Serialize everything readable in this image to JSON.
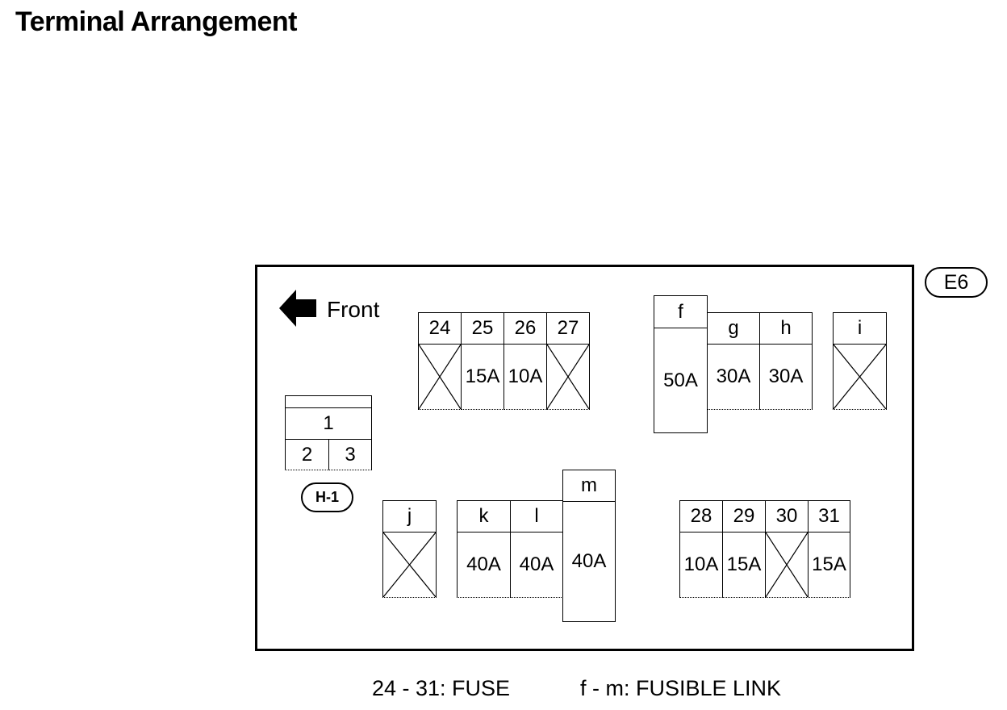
{
  "title": "Terminal Arrangement",
  "badge": "E6",
  "front_label": "Front",
  "relay": {
    "top": "1",
    "left": "2",
    "right": "3",
    "badge": "H-1"
  },
  "fuses_top": [
    {
      "id": "24",
      "rating": ""
    },
    {
      "id": "25",
      "rating": "15A"
    },
    {
      "id": "26",
      "rating": "10A"
    },
    {
      "id": "27",
      "rating": ""
    }
  ],
  "links_top": [
    {
      "id": "f",
      "rating": "50A"
    },
    {
      "id": "g",
      "rating": "30A"
    },
    {
      "id": "h",
      "rating": "30A"
    },
    {
      "id": "i",
      "rating": ""
    }
  ],
  "links_bottom": [
    {
      "id": "j",
      "rating": ""
    },
    {
      "id": "k",
      "rating": "40A"
    },
    {
      "id": "l",
      "rating": "40A"
    },
    {
      "id": "m",
      "rating": "40A"
    }
  ],
  "fuses_bottom": [
    {
      "id": "28",
      "rating": "10A"
    },
    {
      "id": "29",
      "rating": "15A"
    },
    {
      "id": "30",
      "rating": ""
    },
    {
      "id": "31",
      "rating": "15A"
    }
  ],
  "legend": {
    "fuse": "24 - 31: FUSE",
    "fusible_link": "f - m: FUSIBLE LINK"
  }
}
